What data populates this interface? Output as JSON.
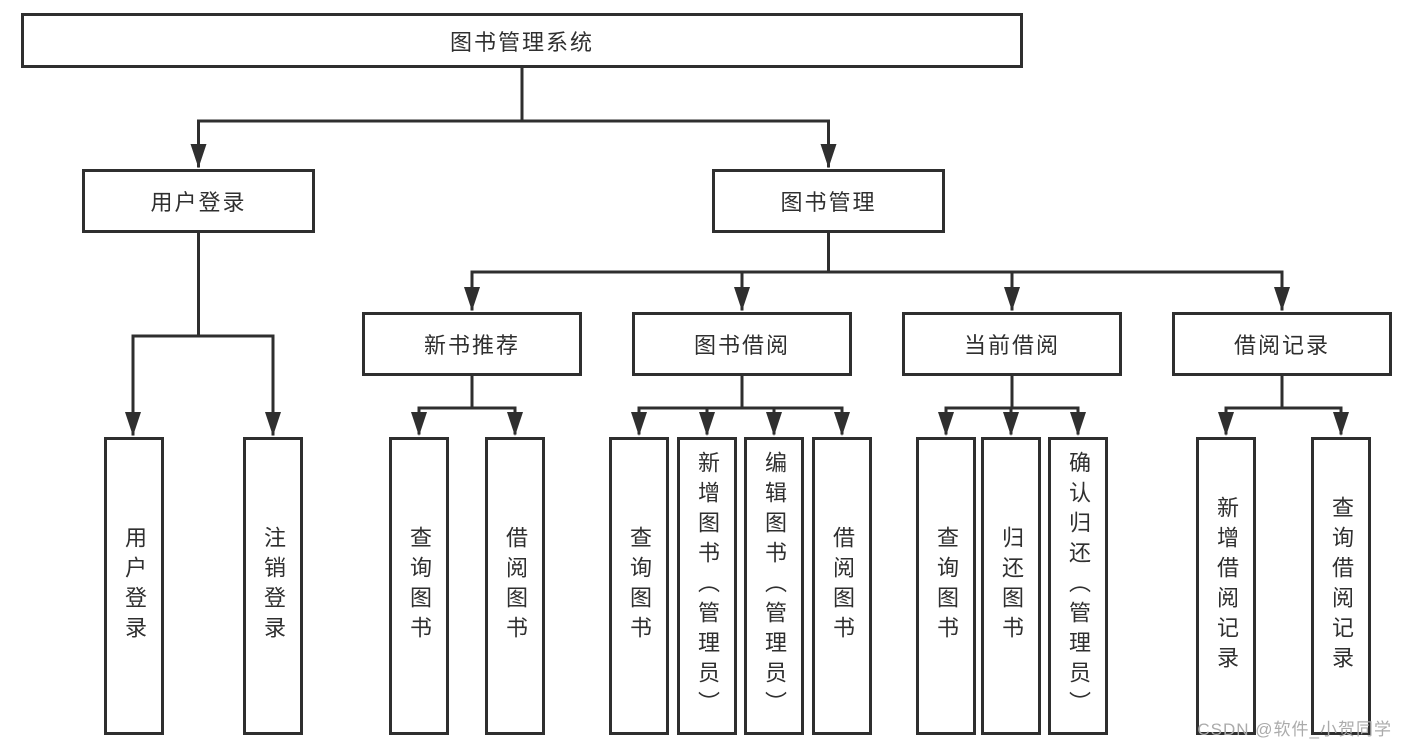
{
  "diagram": {
    "title": "图书管理系统",
    "level2": {
      "user_login": "用户登录",
      "book_mgmt": "图书管理"
    },
    "level3": {
      "new_book_rec": "新书推荐",
      "book_borrow": "图书借阅",
      "current_borrow": "当前借阅",
      "borrow_records": "借阅记录"
    },
    "level4": {
      "user_login": [
        "用户登录",
        "注销登录"
      ],
      "new_book_rec": [
        "查询图书",
        "借阅图书"
      ],
      "book_borrow": [
        "查询图书",
        "新增图书（管理员）",
        "编辑图书（管理员）",
        "借阅图书"
      ],
      "current_borrow": [
        "查询图书",
        "归还图书",
        "确认归还（管理员）"
      ],
      "borrow_records": [
        "新增借阅记录",
        "查询借阅记录"
      ]
    }
  },
  "watermark": "CSDN @软件_小贺同学",
  "colors": {
    "line": "#2f2f2f",
    "text": "#2f2f2f",
    "watermark": "#ababab",
    "background": "#ffffff"
  }
}
